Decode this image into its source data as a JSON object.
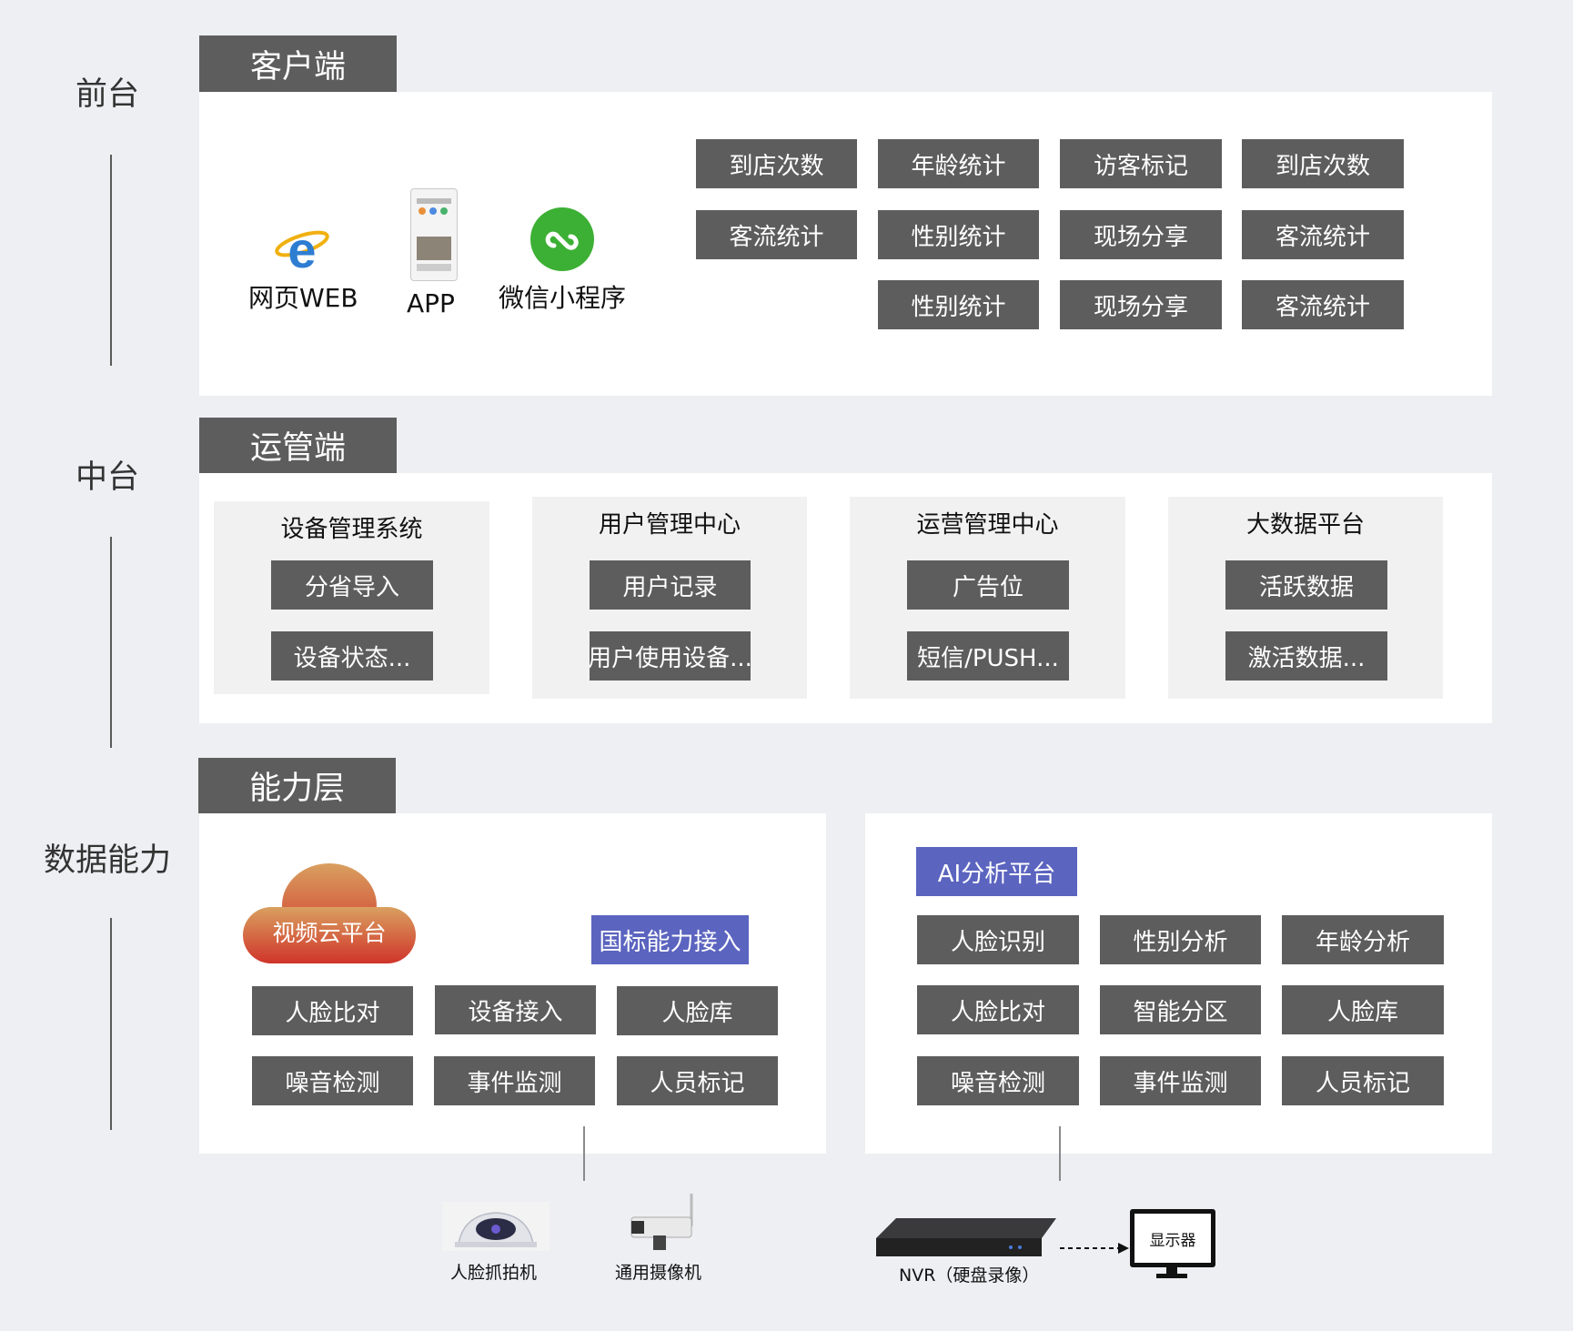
{
  "side_labels": {
    "front": "前台",
    "middle": "中台",
    "data": "数据能力"
  },
  "client": {
    "tab": "客户端",
    "apps": {
      "web": "网页WEB",
      "app": "APP",
      "wechat": "微信小程序"
    },
    "buttons": [
      [
        "到店次数",
        "年龄统计",
        "访客标记",
        "到店次数"
      ],
      [
        "客流统计",
        "性别统计",
        "现场分享",
        "客流统计"
      ],
      [
        "性别统计",
        "现场分享",
        "客流统计"
      ]
    ]
  },
  "ops": {
    "tab": "运管端",
    "cards": [
      {
        "title": "设备管理系统",
        "items": [
          "分省导入",
          "设备状态..."
        ]
      },
      {
        "title": "用户管理中心",
        "items": [
          "用户记录",
          "用户使用设备..."
        ]
      },
      {
        "title": "运营管理中心",
        "items": [
          "广告位",
          "短信/PUSH..."
        ]
      },
      {
        "title": "大数据平台",
        "items": [
          "活跃数据",
          "激活数据..."
        ]
      }
    ]
  },
  "capability": {
    "tab": "能力层",
    "cloud": "视频云平台",
    "gb": "国标能力接入",
    "left_buttons": [
      [
        "人脸比对",
        "设备接入",
        "人脸库"
      ],
      [
        "噪音检测",
        "事件监测",
        "人员标记"
      ]
    ],
    "ai": "AI分析平台",
    "right_buttons": [
      [
        "人脸识别",
        "性别分析",
        "年龄分析"
      ],
      [
        "人脸比对",
        "智能分区",
        "人脸库"
      ],
      [
        "噪音检测",
        "事件监测",
        "人员标记"
      ]
    ]
  },
  "devices": {
    "face_cam": "人脸抓拍机",
    "general_cam": "通用摄像机",
    "nvr": "NVR（硬盘录像）",
    "monitor": "显示器"
  },
  "colors": {
    "tab": "#5d5d5d",
    "button": "#5d5d5d",
    "accent_blue": "#5b64bf",
    "wechat_green": "#3cb034",
    "cloud_top": "#d9a060",
    "cloud_bottom": "#d0342a",
    "background": "#eeeff3"
  }
}
